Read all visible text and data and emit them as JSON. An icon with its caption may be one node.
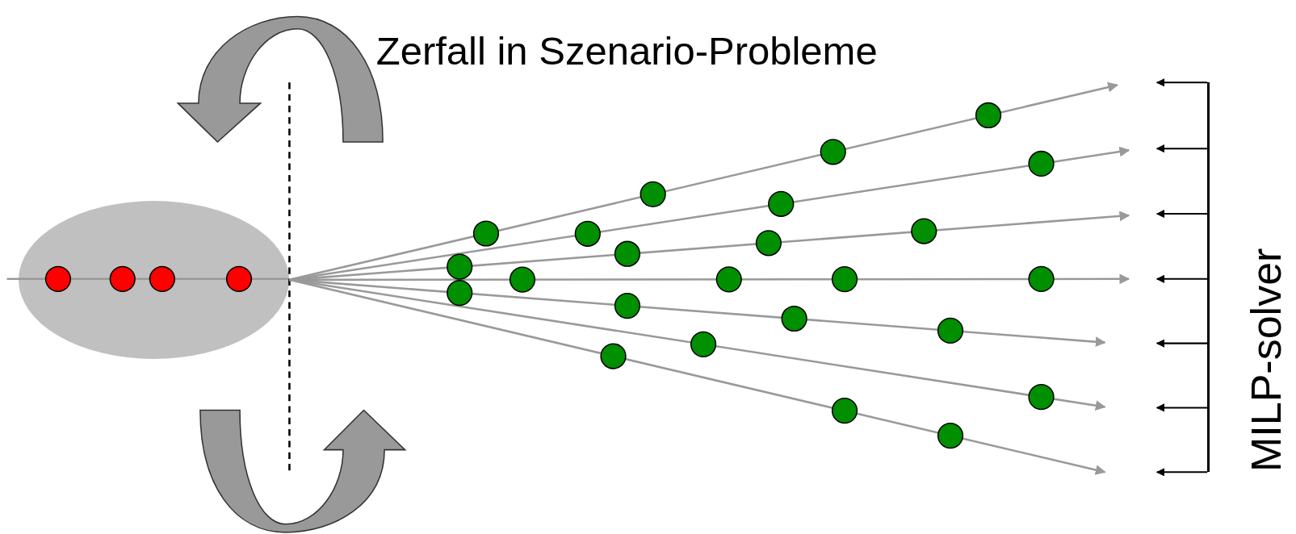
{
  "diagram": {
    "nodes": [
      {
        "text": [],
        "shape": "circle"
      },
      {
        "text": [],
        "shape": "bar",
        "beside": [
          "MILP-solver"
        ]
      }
    ],
    "edges": [
      {
        "from": 0,
        "to": null,
        "arrow": "to"
      },
      {
        "from": 0,
        "to": null,
        "arrow": "to"
      },
      {
        "from": 0,
        "to": null,
        "arrow": "to"
      },
      {
        "from": 0,
        "to": null,
        "arrow": "to"
      },
      {
        "from": 0,
        "to": null,
        "arrow": "to"
      },
      {
        "from": 0,
        "to": null,
        "arrow": "to"
      },
      {
        "from": 0,
        "to": null,
        "arrow": "to"
      },
      {
        "from": 1,
        "to": null,
        "arrow": "to",
        "color": "#000000"
      },
      {
        "from": 1,
        "to": null,
        "arrow": "to",
        "color": "#000000"
      },
      {
        "from": 1,
        "to": null,
        "arrow": "to",
        "color": "#000000"
      },
      {
        "from": 1,
        "to": null,
        "arrow": "to",
        "color": "#000000"
      },
      {
        "from": 1,
        "to": null,
        "arrow": "to",
        "color": "#000000"
      },
      {
        "from": 1,
        "to": null,
        "arrow": "to",
        "color": "#000000"
      },
      {
        "from": 1,
        "to": null,
        "arrow": "to",
        "color": "#000000"
      }
    ],
    "labels": [
      "Zerfall in Szenario-Probleme"
    ]
  }
}
